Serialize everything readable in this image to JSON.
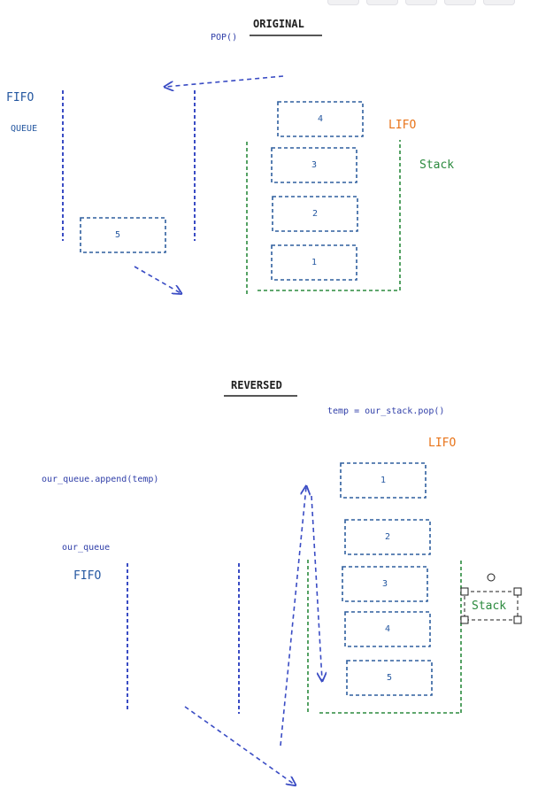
{
  "colors": {
    "queue_line": "#3a4cc4",
    "box_stroke": "#2f5f9e",
    "stack_line": "#2b8a3e",
    "arrow": "#3a4cc4",
    "lifo": "#e8741a",
    "stack_label": "#2b8a3e",
    "heading": "#1e1e1e"
  },
  "original": {
    "heading": "ORIGINAL",
    "pop_label": "POP()",
    "fifo": "FIFO",
    "queue": "QUEUE",
    "lifo": "LIFO",
    "stack": "Stack",
    "stack_boxes": [
      "4",
      "3",
      "2",
      "1"
    ],
    "queue_box": "5"
  },
  "reversed": {
    "heading": "REVERSED",
    "pop_code": "temp =  our_stack.pop()",
    "append_code": "our_queue.append(temp)",
    "our_queue": "our_queue",
    "fifo": "FIFO",
    "lifo": "LIFO",
    "stack": "Stack",
    "stack_boxes": [
      "1",
      "2",
      "3",
      "4",
      "5"
    ]
  }
}
